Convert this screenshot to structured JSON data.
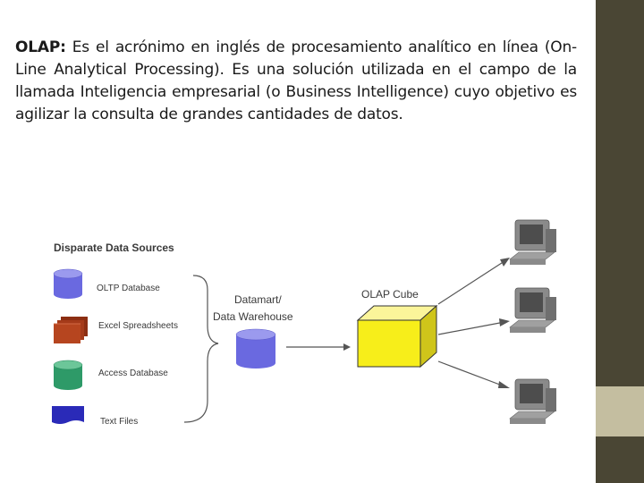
{
  "colors": {
    "sidebar": "#4a4634",
    "sidebar_accent": "#c4bea0",
    "oltp_database": "#6a69e0",
    "excel_spreadsheets": "#b6451f",
    "access_database": "#2e9a68",
    "text_files": "#2a2ab8",
    "datamart_cylinder": "#6a69e0",
    "olap_cube": "#f7ee1a",
    "monitor": "#777777"
  },
  "paragraph": {
    "term": "OLAP:",
    "body": " Es el acrónimo en inglés de procesamiento analítico en línea (On-Line Analytical Processing). Es una solución utilizada en el campo de la llamada Inteligencia empresarial (o Business Intelligence) cuyo objetivo es agilizar la consulta de grandes cantidades de datos."
  },
  "diagram": {
    "sources_title": "Disparate Data Sources",
    "sources": [
      {
        "label": "OLTP Database",
        "icon": "database-cylinder-icon"
      },
      {
        "label": "Excel Spreadsheets",
        "icon": "spreadsheet-stack-icon"
      },
      {
        "label": "Access Database",
        "icon": "database-cylinder-icon"
      },
      {
        "label": "Text Files",
        "icon": "text-file-icon"
      }
    ],
    "warehouse_label_line1": "Datamart/",
    "warehouse_label_line2": "Data Warehouse",
    "cube_label": "OLAP Cube",
    "clients": [
      "computer-terminal-icon",
      "computer-terminal-icon",
      "computer-terminal-icon"
    ]
  }
}
